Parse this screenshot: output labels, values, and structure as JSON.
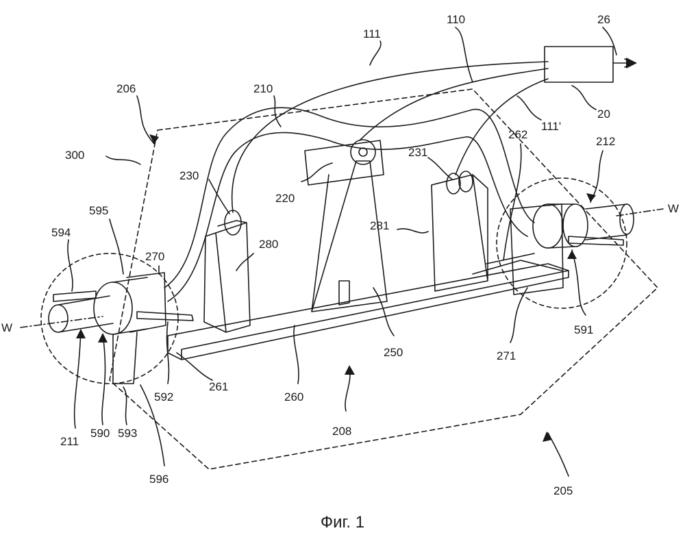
{
  "figure": {
    "caption": "Фиг. 1",
    "axis_label_left": "W",
    "axis_label_right": "W",
    "callouts": [
      {
        "id": "c26",
        "text": "26"
      },
      {
        "id": "c111",
        "text": "111"
      },
      {
        "id": "c110",
        "text": "110"
      },
      {
        "id": "c20",
        "text": "20"
      },
      {
        "id": "c111p",
        "text": "111'"
      },
      {
        "id": "c206",
        "text": "206"
      },
      {
        "id": "c210",
        "text": "210"
      },
      {
        "id": "c300",
        "text": "300"
      },
      {
        "id": "c212",
        "text": "212"
      },
      {
        "id": "c262",
        "text": "262"
      },
      {
        "id": "c230",
        "text": "230"
      },
      {
        "id": "c231",
        "text": "231"
      },
      {
        "id": "c220",
        "text": "220"
      },
      {
        "id": "c595",
        "text": "595"
      },
      {
        "id": "c594",
        "text": "594"
      },
      {
        "id": "c270",
        "text": "270"
      },
      {
        "id": "c280",
        "text": "280"
      },
      {
        "id": "c281",
        "text": "281"
      },
      {
        "id": "c591",
        "text": "591"
      },
      {
        "id": "c250",
        "text": "250"
      },
      {
        "id": "c271",
        "text": "271"
      },
      {
        "id": "c592",
        "text": "592"
      },
      {
        "id": "c261",
        "text": "261"
      },
      {
        "id": "c260",
        "text": "260"
      },
      {
        "id": "c208",
        "text": "208"
      },
      {
        "id": "c211",
        "text": "211"
      },
      {
        "id": "c590",
        "text": "590"
      },
      {
        "id": "c593",
        "text": "593"
      },
      {
        "id": "c596",
        "text": "596"
      },
      {
        "id": "c205",
        "text": "205"
      }
    ]
  }
}
